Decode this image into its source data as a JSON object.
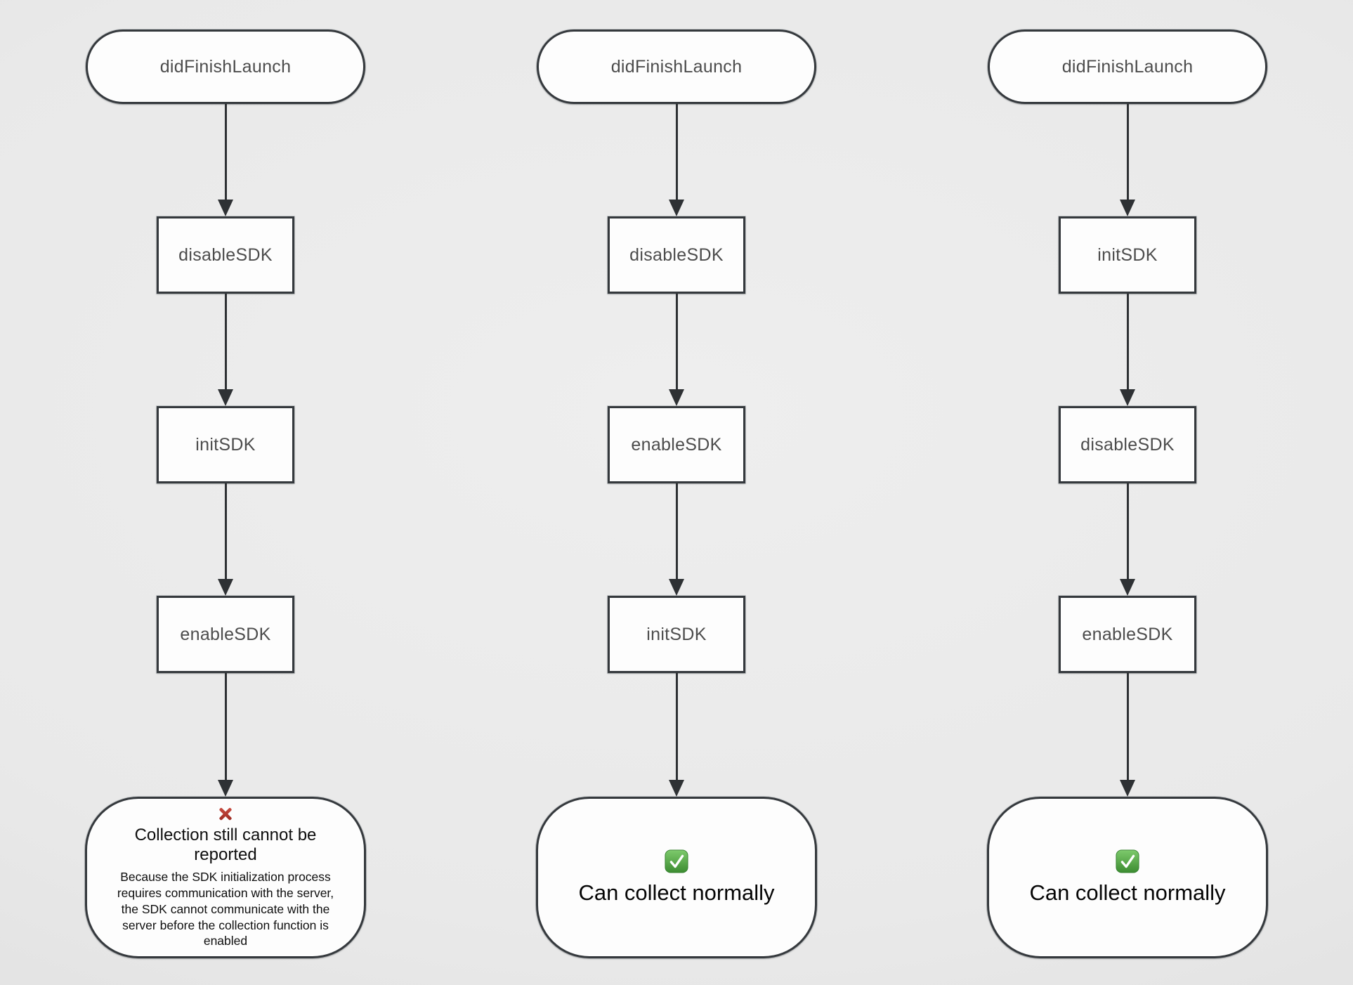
{
  "diagram": {
    "kind": "flowchart-comparison",
    "background_color": "#e8e8e8",
    "node_border_color": "#35393d",
    "node_fill_color": "#fdfdfd",
    "arrow_color": "#2e3134",
    "error_color": "#b5382e",
    "success_color": "#4a9e3c"
  },
  "icons": {
    "error": "cross-mark-icon",
    "success": "check-mark-icon"
  },
  "flows": [
    {
      "start": "didFinishLaunch",
      "steps": [
        "disableSDK",
        "initSDK",
        "enableSDK"
      ],
      "result": {
        "status": "error",
        "title": "Collection still cannot be reported",
        "description": "Because the SDK initialization process requires communication with the server, the SDK cannot communicate with the server before the collection function is enabled"
      }
    },
    {
      "start": "didFinishLaunch",
      "steps": [
        "disableSDK",
        "enableSDK",
        "initSDK"
      ],
      "result": {
        "status": "success",
        "title": "Can collect normally",
        "description": ""
      }
    },
    {
      "start": "didFinishLaunch",
      "steps": [
        "initSDK",
        "disableSDK",
        "enableSDK"
      ],
      "result": {
        "status": "success",
        "title": "Can collect normally",
        "description": ""
      }
    }
  ]
}
